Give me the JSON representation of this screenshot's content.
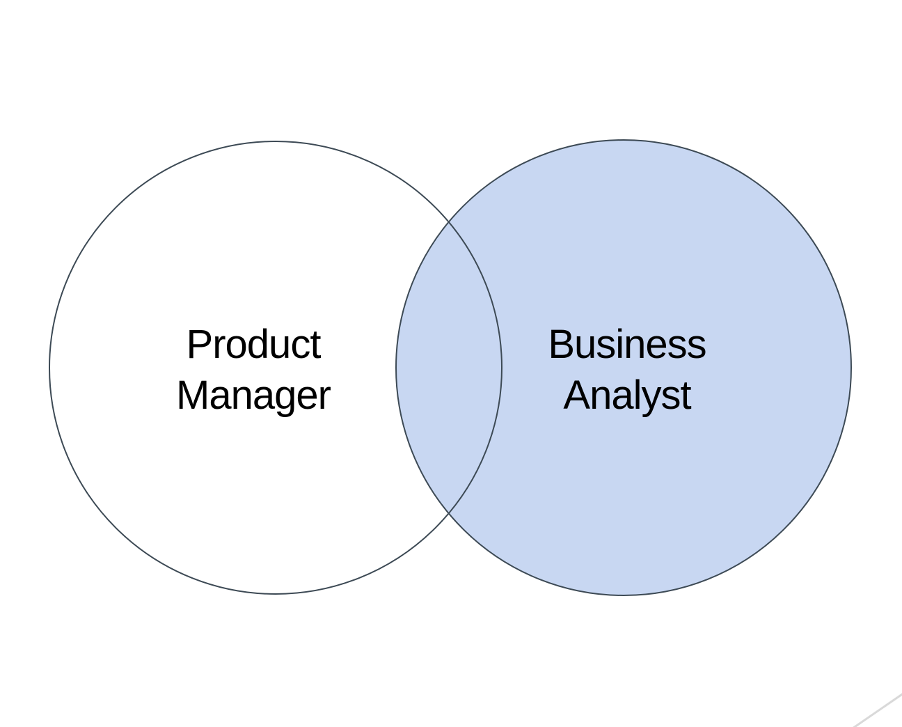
{
  "diagram": {
    "type": "venn-diagram",
    "background_color": "#ffffff",
    "stroke_color": "#3d4a55",
    "left_circle": {
      "label_line1": "Product",
      "label_line2": "Manager",
      "fill": "none"
    },
    "right_circle": {
      "label_line1": "Business",
      "label_line2": "Analyst",
      "fill": "#c8d7f2"
    },
    "corner_line": {
      "color": "#d9d9d9"
    }
  }
}
